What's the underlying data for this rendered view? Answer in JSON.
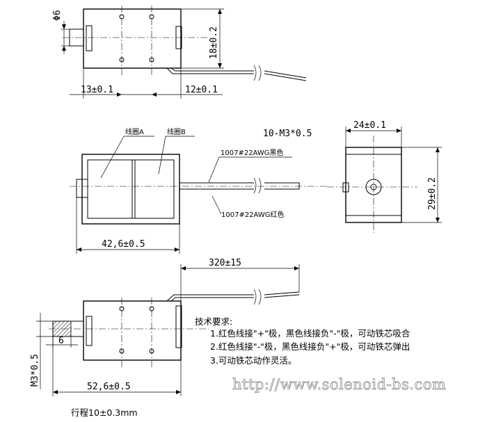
{
  "top_view": {
    "dia_label": "Φ6",
    "height_label": "18±0.2",
    "left_offset_label": "13±0.1",
    "right_offset_label": "12±0.1"
  },
  "middle_view": {
    "coil_a_label": "线圈A",
    "coil_b_label": "线圈B",
    "thread_label": "10-M3*0.5",
    "wire_black_label": "1007#22AWG黑色",
    "wire_red_label": "1007#22AWG红色",
    "length_label": "42,6±0.5"
  },
  "end_view": {
    "width_label": "24±0.1",
    "height_label": "29±0.2"
  },
  "bottom_view": {
    "wire_length_label": "320±15",
    "plunger_label": "6",
    "thread_label": "M3*0.5",
    "length_label": "52,6±0.5"
  },
  "tech_requirements": {
    "title": "技术要求:",
    "items": [
      "1.红色线接\"+\"极，黑色线接负\"-\"极，可动铁芯吸合",
      "2.红色线接\"-\"极，黑色线接负\"+\"极，可动铁芯弹出",
      "3.可动铁芯动作灵活。"
    ]
  },
  "watermark": "http://www.solenoid-bs.com",
  "stroke_label": "行程10±0.3mm"
}
